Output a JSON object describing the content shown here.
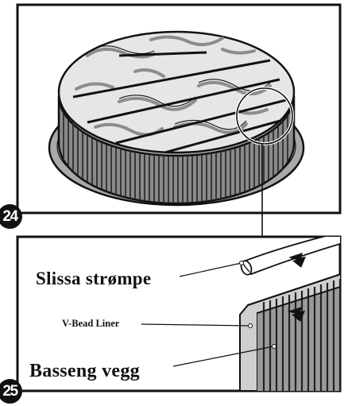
{
  "figures": [
    {
      "step": "24"
    },
    {
      "step": "25"
    }
  ],
  "labels": {
    "slit_sleeve": "Slissa strømpe",
    "v_bead_liner": "V-Bead Liner",
    "pool_wall": "Basseng vegg"
  },
  "colors": {
    "ink": "#111111",
    "ground": "#9a9a9a",
    "liner": "#c8c8c8",
    "wall": "#8a8a8a",
    "frame_bg": "#ffffff"
  }
}
